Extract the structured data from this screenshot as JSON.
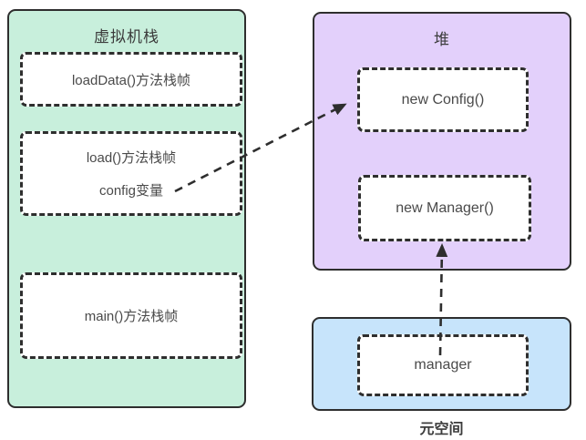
{
  "vm_stack": {
    "title": "虚拟机栈",
    "frames": [
      {
        "lines": [
          "loadData()方法栈帧"
        ]
      },
      {
        "lines": [
          "load()方法栈帧",
          "config变量"
        ]
      },
      {
        "lines": [
          "main()方法栈帧"
        ]
      }
    ]
  },
  "heap": {
    "title": "堆",
    "objects": [
      "new Config()",
      "new Manager()"
    ]
  },
  "metaspace": {
    "label": "元空间",
    "items": [
      "manager"
    ]
  },
  "arrows": [
    {
      "name": "config-variable-to-new-config",
      "from": "config变量",
      "to": "new Config()"
    },
    {
      "name": "manager-to-new-manager",
      "from": "manager",
      "to": "new Manager()"
    }
  ],
  "colors": {
    "stack_bg": "#c8efdc",
    "heap_bg": "#e3d0fb",
    "metaspace_bg": "#c7e4fb",
    "border_dark": "#2e2e2e",
    "text_dark": "#4a4a4a"
  }
}
